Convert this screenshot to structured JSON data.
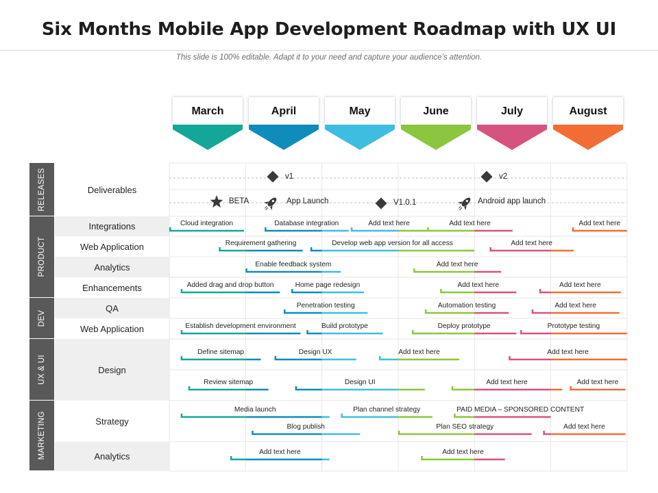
{
  "header": {
    "title": "Six Months Mobile App Development Roadmap with UX UI",
    "subtitle": "This slide is 100% editable. Adapt it to your need and capture your audience’s attention."
  },
  "months": [
    {
      "label": "March",
      "color": "#13a79a"
    },
    {
      "label": "April",
      "color": "#0f8cb9"
    },
    {
      "label": "May",
      "color": "#3fbde0"
    },
    {
      "label": "June",
      "color": "#8cc63e"
    },
    {
      "label": "July",
      "color": "#d6527f"
    },
    {
      "label": "August",
      "color": "#f26d35"
    }
  ],
  "sections": [
    {
      "label": "RELEASES"
    },
    {
      "label": "PRODUCT"
    },
    {
      "label": "DEV"
    },
    {
      "label": "UX & UI"
    },
    {
      "label": "MARKETING"
    }
  ],
  "rows": [
    {
      "label": "Deliverables"
    },
    {
      "label": "Integrations"
    },
    {
      "label": "Web Application"
    },
    {
      "label": "Analytics"
    },
    {
      "label": "Enhancements"
    },
    {
      "label": "QA"
    },
    {
      "label": "Web Application"
    },
    {
      "label": "Design"
    },
    {
      "label": "Strategy"
    },
    {
      "label": "Analytics"
    }
  ],
  "releases": [
    {
      "label": "v1",
      "icon": "diamond-icon"
    },
    {
      "label": "v2",
      "icon": "diamond-icon"
    },
    {
      "label": "BETA",
      "icon": "star-icon"
    },
    {
      "label": "App Launch",
      "icon": "rocket-icon"
    },
    {
      "label": "V1.0.1",
      "icon": "diamond-icon"
    },
    {
      "label": "Android app launch",
      "icon": "rocket-icon"
    }
  ],
  "tasks": [
    {
      "label": "Cloud integration",
      "start": 3.0,
      "end": 3.98
    },
    {
      "label": "Database integration",
      "start": 4.25,
      "end": 5.35
    },
    {
      "label": "Add text here",
      "start": 5.38,
      "end": 6.38
    },
    {
      "label": "Add text here",
      "start": 6.38,
      "end": 7.5
    },
    {
      "label": "Add text here",
      "start": 8.28,
      "end": 9.0
    },
    {
      "label": "Requirement gathering",
      "start": 3.65,
      "end": 4.75
    },
    {
      "label": "Develop web app version for all access",
      "start": 4.85,
      "end": 7.0
    },
    {
      "label": "Add text here",
      "start": 7.2,
      "end": 8.3
    },
    {
      "label": "Enable feedback system",
      "start": 4.0,
      "end": 5.25
    },
    {
      "label": "Add text here",
      "start": 6.2,
      "end": 7.35
    },
    {
      "label": "Added drag and drop button",
      "start": 3.15,
      "end": 4.45
    },
    {
      "label": "Home page redesign",
      "start": 4.6,
      "end": 5.55
    },
    {
      "label": "Add text here",
      "start": 6.55,
      "end": 7.55
    },
    {
      "label": "Add text here",
      "start": 7.85,
      "end": 8.92
    },
    {
      "label": "Penetration testing",
      "start": 4.5,
      "end": 5.6
    },
    {
      "label": "Automation testing",
      "start": 6.35,
      "end": 7.45
    },
    {
      "label": "Add text here",
      "start": 7.75,
      "end": 8.9
    },
    {
      "label": "Establish development environment",
      "start": 3.15,
      "end": 4.72
    },
    {
      "label": "Build prototype",
      "start": 4.8,
      "end": 5.8
    },
    {
      "label": "Deploy prototype",
      "start": 6.18,
      "end": 7.55
    },
    {
      "label": "Prototype testing",
      "start": 7.6,
      "end": 9.0
    },
    {
      "label": "Define sitemap",
      "start": 3.15,
      "end": 4.2
    },
    {
      "label": "Design UX",
      "start": 4.38,
      "end": 5.45
    },
    {
      "label": "Add text here",
      "start": 5.75,
      "end": 6.8
    },
    {
      "label": "Add text here",
      "start": 7.45,
      "end": 9.0
    },
    {
      "label": "Review sitemap",
      "start": 3.25,
      "end": 4.3
    },
    {
      "label": "Design UI",
      "start": 4.65,
      "end": 6.35
    },
    {
      "label": "Add text here",
      "start": 6.7,
      "end": 8.15
    },
    {
      "label": "Add text here",
      "start": 8.25,
      "end": 8.98
    },
    {
      "label": "Media launch",
      "start": 3.15,
      "end": 5.1
    },
    {
      "label": "Plan channel strategy",
      "start": 5.25,
      "end": 6.45
    },
    {
      "label": "PAID  MEDIA  – SPONSORED   CONTENT",
      "start": 6.73,
      "end": 8.0
    },
    {
      "label": "Blog publish",
      "start": 4.08,
      "end": 5.5
    },
    {
      "label": "Plan SEO strategy",
      "start": 6.0,
      "end": 7.75
    },
    {
      "label": "Add text here",
      "start": 7.9,
      "end": 8.98
    },
    {
      "label": "Add text here",
      "start": 3.8,
      "end": 5.1
    },
    {
      "label": "Add text here",
      "start": 6.3,
      "end": 7.4
    }
  ]
}
